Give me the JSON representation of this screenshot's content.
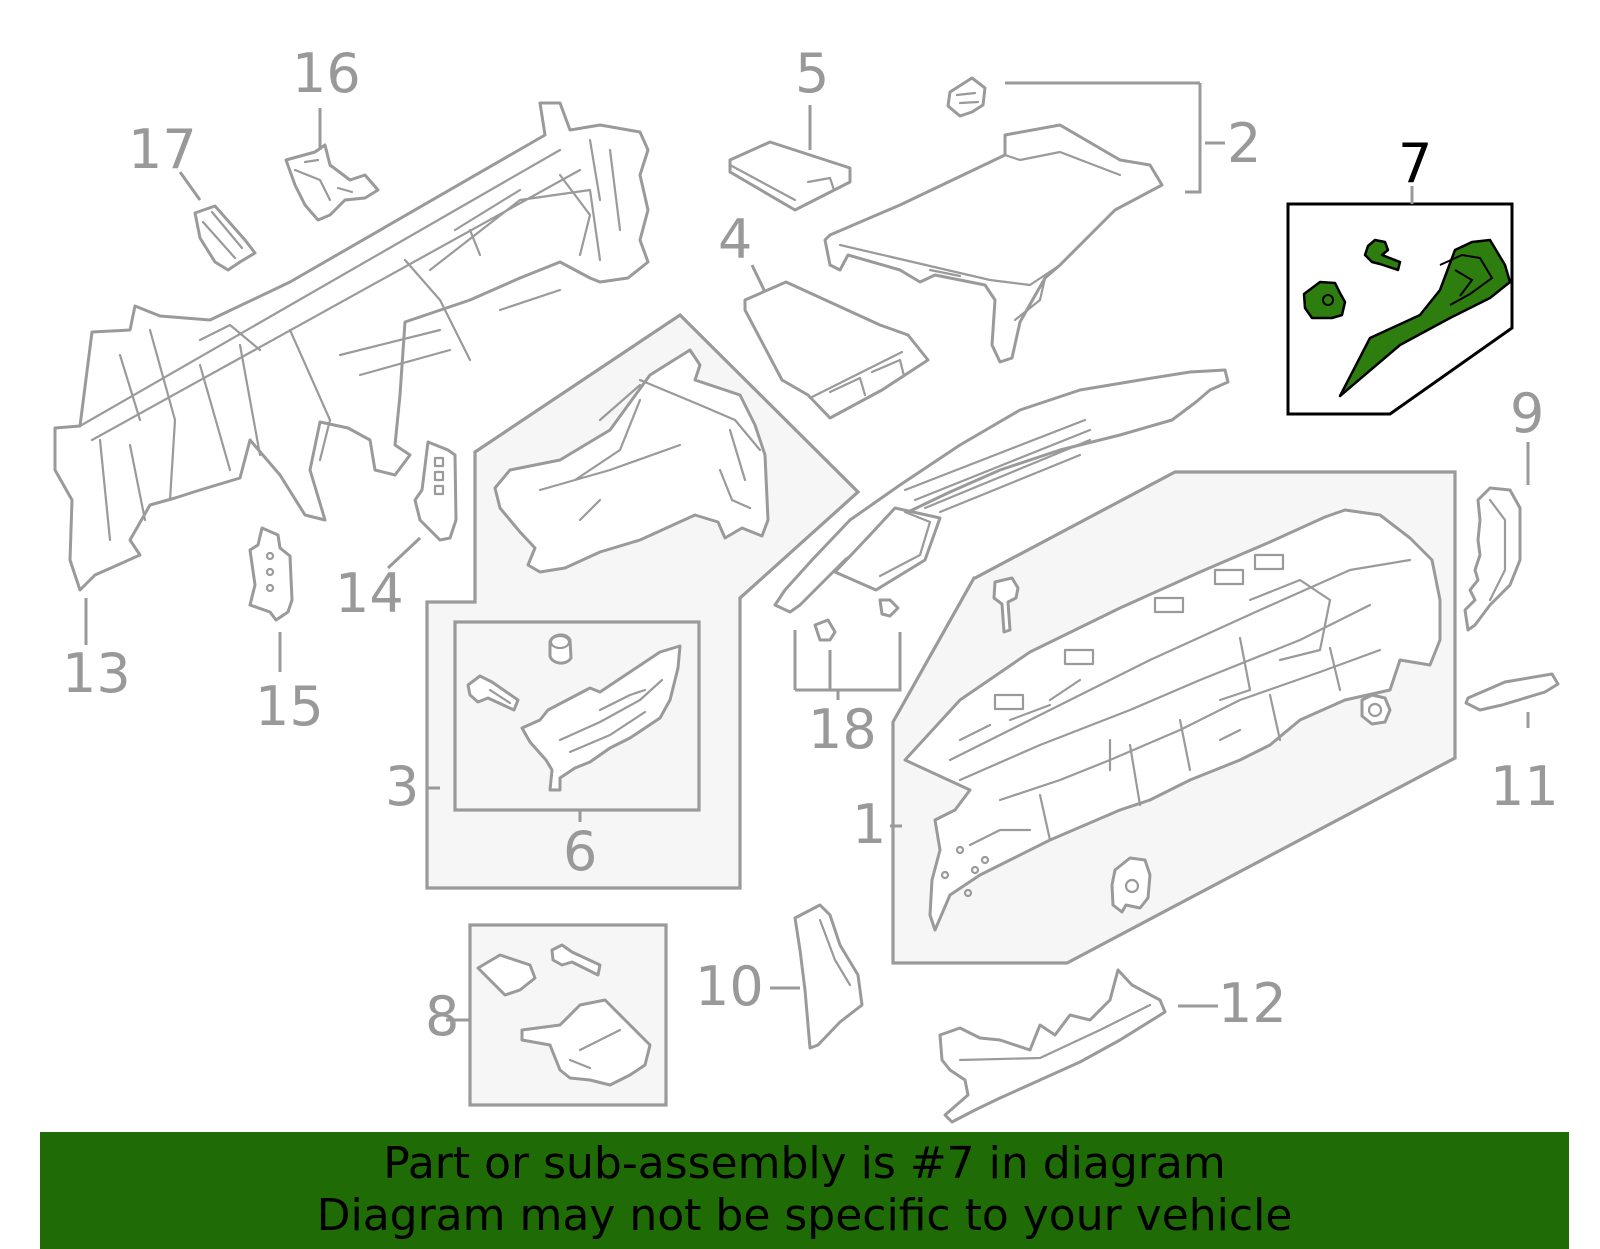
{
  "callouts": {
    "c1": "1",
    "c2": "2",
    "c3": "3",
    "c4": "4",
    "c5": "5",
    "c6": "6",
    "c7": "7",
    "c8": "8",
    "c9": "9",
    "c10": "10",
    "c11": "11",
    "c12": "12",
    "c13": "13",
    "c14": "14",
    "c15": "15",
    "c16": "16",
    "c17": "17",
    "c18": "18"
  },
  "highlighted_part": "7",
  "colors": {
    "highlight": "#2e7d0f",
    "banner": "#1f6b06",
    "line": "#9a9a9a"
  },
  "banner": {
    "line1": "Part or sub-assembly is #7 in diagram",
    "line2": "Diagram may not be specific to your vehicle"
  }
}
